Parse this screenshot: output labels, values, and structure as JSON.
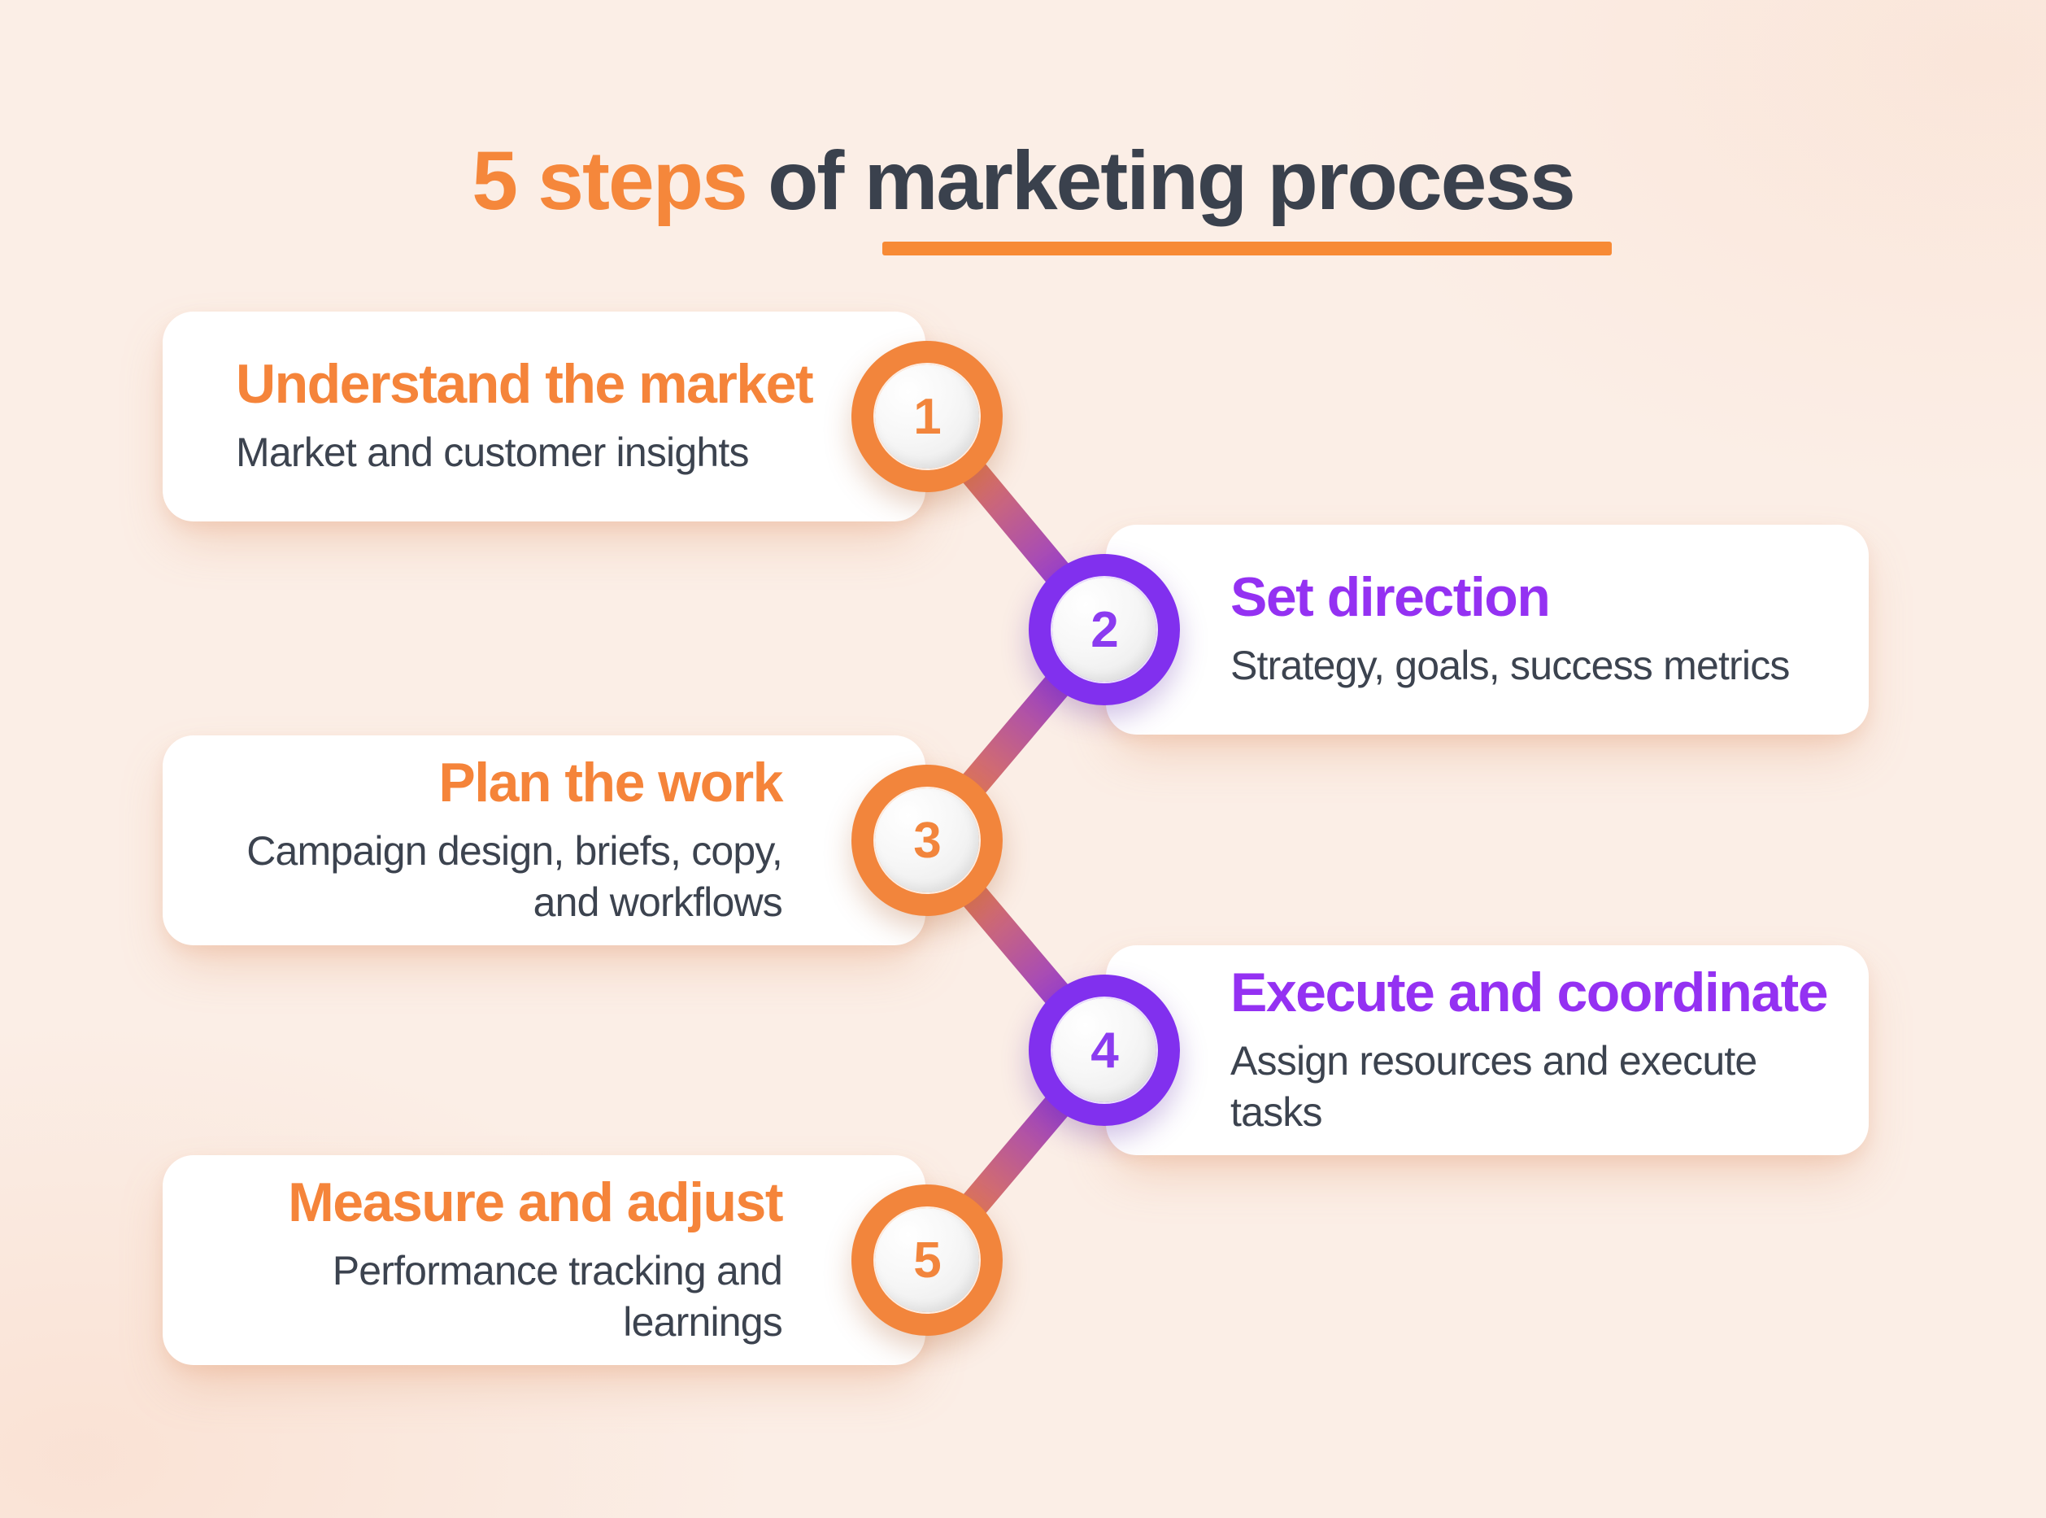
{
  "title": {
    "highlight": "5 steps",
    "rest": " of marketing process"
  },
  "steps": [
    {
      "number": "1",
      "heading": "Understand the market",
      "body": "Market and customer insights",
      "accent": "#F5843A",
      "side": "left"
    },
    {
      "number": "2",
      "heading": "Set direction",
      "body": "Strategy, goals, success metrics",
      "accent": "#9431F2",
      "side": "right"
    },
    {
      "number": "3",
      "heading": "Plan the work",
      "body": "Campaign design, briefs, copy,\nand workflows",
      "accent": "#F5843A",
      "side": "left"
    },
    {
      "number": "4",
      "heading": "Execute and coordinate",
      "body": "Assign resources and execute\ntasks",
      "accent": "#9431F2",
      "side": "right"
    },
    {
      "number": "5",
      "heading": "Measure and adjust",
      "body": "Performance tracking and\nlearnings",
      "accent": "#F5843A",
      "side": "left"
    }
  ],
  "colors": {
    "background": "#FBEEE6",
    "card": "#FFFFFF",
    "orange": "#F2853C",
    "purple": "#8130EE",
    "heading_orange": "#F5843A",
    "heading_purple": "#9431F2",
    "dark_text": "#3A414D",
    "underline": "#F78A35"
  }
}
